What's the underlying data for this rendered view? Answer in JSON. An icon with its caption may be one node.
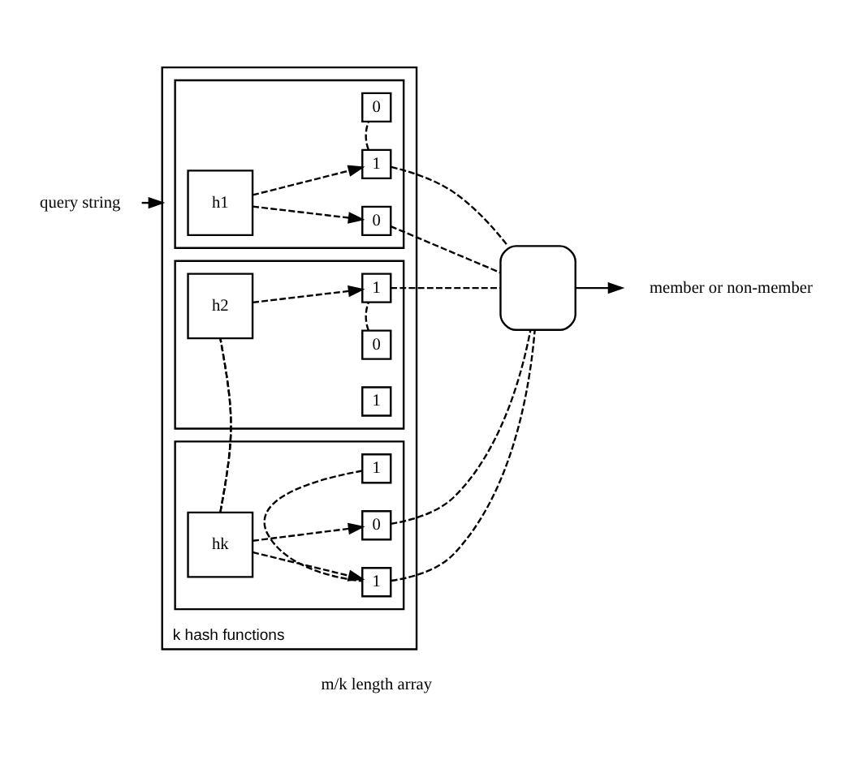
{
  "diagram": {
    "nodes": [
      {
        "text": [
          "k hash functions"
        ]
      },
      {
        "text": [],
        "shape": "box",
        "in": 0
      },
      {
        "text": [
          "h1"
        ],
        "in": 1
      },
      {
        "text": [
          "0"
        ],
        "in": 1
      },
      {
        "text": [
          "1"
        ],
        "in": 1
      },
      {
        "text": [
          "0"
        ],
        "in": 1
      },
      {
        "text": [],
        "shape": "box",
        "in": 0
      },
      {
        "text": [
          "h2"
        ],
        "in": 6
      },
      {
        "text": [
          "1"
        ],
        "in": 6
      },
      {
        "text": [
          "0"
        ],
        "in": 6
      },
      {
        "text": [
          "1"
        ],
        "in": 6
      },
      {
        "text": [],
        "shape": "box",
        "in": 0
      },
      {
        "text": [
          "hk"
        ],
        "in": 11
      },
      {
        "text": [
          "0"
        ],
        "in": 11
      },
      {
        "text": [
          "1"
        ],
        "in": 11
      },
      {
        "text": [
          "1"
        ],
        "in": 11
      },
      {
        "text": [],
        "shape": "gate"
      },
      {
        "text": [
          "query string"
        ]
      },
      {
        "text": [
          "member or non-member"
        ]
      }
    ],
    "edges": [
      {
        "from": 17,
        "to": 0,
        "arrow": "to"
      },
      {
        "from": 2,
        "to": 3,
        "arrow": "to",
        "style": "dashed"
      },
      {
        "from": 2,
        "to": 4,
        "arrow": "to",
        "style": "dashed"
      },
      {
        "from": 4,
        "to": 5,
        "arrow": "none",
        "style": "dashed"
      },
      {
        "from": 7,
        "to": 10,
        "arrow": "to",
        "style": "dashed"
      },
      {
        "from": 9,
        "to": 10,
        "arrow": "none",
        "style": "dashed"
      },
      {
        "from": 6,
        "to": 11,
        "arrow": "none",
        "style": "dashed"
      },
      {
        "from": 12,
        "to": 13,
        "arrow": "to",
        "style": "dashed"
      },
      {
        "from": 12,
        "to": 15,
        "arrow": "to",
        "style": "dashed"
      },
      {
        "from": 14,
        "to": 15,
        "arrow": "none",
        "style": "dashed"
      },
      {
        "from": 3,
        "to": 16,
        "arrow": "none",
        "style": "dashed"
      },
      {
        "from": 4,
        "to": 16,
        "arrow": "none",
        "style": "dashed"
      },
      {
        "from": 10,
        "to": 16,
        "arrow": "none",
        "style": "dashed"
      },
      {
        "from": 13,
        "to": 16,
        "arrow": "none",
        "style": "dashed"
      },
      {
        "from": 15,
        "to": 16,
        "arrow": "none",
        "style": "dashed"
      },
      {
        "from": 16,
        "to": 18,
        "arrow": "to"
      }
    ],
    "labels": [
      "m/k length array"
    ]
  }
}
